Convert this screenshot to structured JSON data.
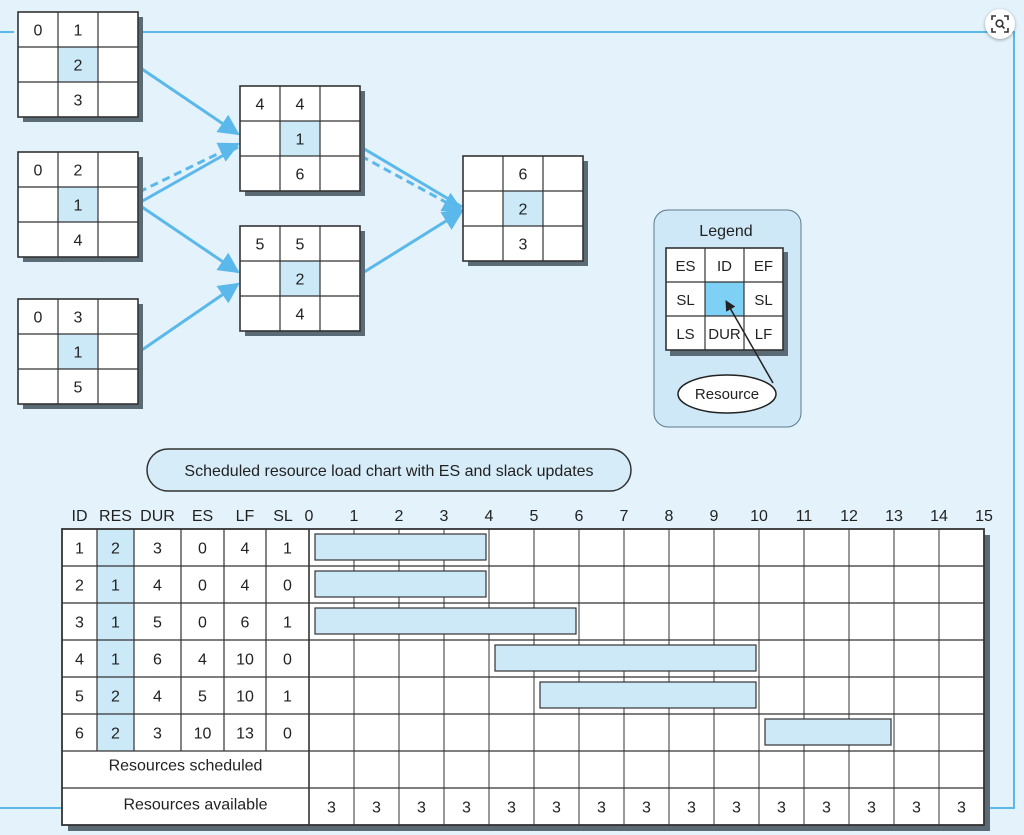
{
  "nodes": [
    {
      "id": "1",
      "es": "0",
      "dur": "3",
      "res": "2"
    },
    {
      "id": "2",
      "es": "0",
      "dur": "4",
      "res": "1"
    },
    {
      "id": "3",
      "es": "0",
      "dur": "5",
      "res": "1"
    },
    {
      "id": "4",
      "es": "4",
      "dur": "6",
      "res": "1"
    },
    {
      "id": "5",
      "es": "5",
      "dur": "4",
      "res": "2"
    },
    {
      "id": "6",
      "es": "",
      "dur": "3",
      "res": "2"
    }
  ],
  "legend": {
    "title": "Legend",
    "cells": [
      "ES",
      "ID",
      "EF",
      "SL",
      "",
      "SL",
      "LS",
      "DUR",
      "LF"
    ],
    "resource_label": "Resource"
  },
  "chart_title": "Scheduled resource load chart with ES and slack updates",
  "table": {
    "headers": [
      "ID",
      "RES",
      "DUR",
      "ES",
      "LF",
      "SL"
    ],
    "time_axis": [
      "0",
      "1",
      "2",
      "3",
      "4",
      "5",
      "6",
      "7",
      "8",
      "9",
      "10",
      "11",
      "12",
      "13",
      "14",
      "15"
    ],
    "rows": [
      {
        "id": "1",
        "res": "2",
        "dur": "3",
        "es": "0",
        "lf": "4",
        "sl": "1",
        "bar_start": 0,
        "bar_end": 4
      },
      {
        "id": "2",
        "res": "1",
        "dur": "4",
        "es": "0",
        "lf": "4",
        "sl": "0",
        "bar_start": 0,
        "bar_end": 4
      },
      {
        "id": "3",
        "res": "1",
        "dur": "5",
        "es": "0",
        "lf": "6",
        "sl": "1",
        "bar_start": 0,
        "bar_end": 6
      },
      {
        "id": "4",
        "res": "1",
        "dur": "6",
        "es": "4",
        "lf": "10",
        "sl": "0",
        "bar_start": 4,
        "bar_end": 10
      },
      {
        "id": "5",
        "res": "2",
        "dur": "4",
        "es": "5",
        "lf": "10",
        "sl": "1",
        "bar_start": 5,
        "bar_end": 10
      },
      {
        "id": "6",
        "res": "2",
        "dur": "3",
        "es": "10",
        "lf": "13",
        "sl": "0",
        "bar_start": 10,
        "bar_end": 13
      }
    ],
    "scheduled_label": "Resources scheduled",
    "available_label": "Resources available",
    "available": [
      "3",
      "3",
      "3",
      "3",
      "3",
      "3",
      "3",
      "3",
      "3",
      "3",
      "3",
      "3",
      "3",
      "3",
      "3"
    ]
  },
  "colors": {
    "arrow": "#5bb8ea",
    "cell_highlight": "#cce9f8",
    "legend_fill": "#cfe8f7",
    "legend_resource_cell": "#7fd0f5",
    "bar_fill": "#cde9f8",
    "background": "#e3f2fb"
  },
  "icons": {
    "zoom": "zoom-fit-icon"
  }
}
